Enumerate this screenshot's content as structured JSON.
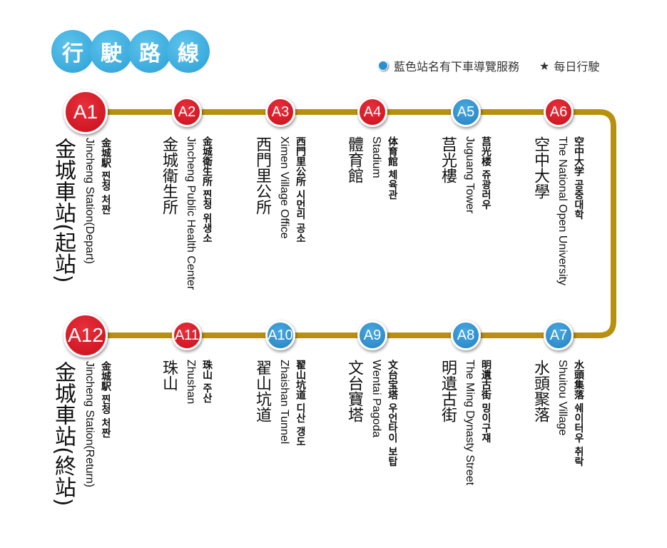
{
  "title": [
    "行",
    "駛",
    "路",
    "線"
  ],
  "legend": {
    "blue_dot": "藍色站名有下車導覽服務",
    "star": "★",
    "star_text": "每日行駛"
  },
  "colors": {
    "red": "#d01824",
    "blue": "#2a8fd0",
    "line": "#b8900f"
  },
  "stations": [
    {
      "code": "A1",
      "color": "red",
      "zh": "金城車站(起站)",
      "en": "Jincheng Station(Depart)",
      "jk": "金城駅 찐청 처짠"
    },
    {
      "code": "A2",
      "color": "red",
      "zh": "金城衛生所",
      "en": "Jincheng Public Health Center",
      "jk": "金城衛生所 찐청 위생소"
    },
    {
      "code": "A3",
      "color": "red",
      "zh": "西門里公所",
      "en": "Ximen Village Office",
      "jk": "西門里公所 시먼리 공소"
    },
    {
      "code": "A4",
      "color": "red",
      "zh": "體育館",
      "en": "Stadium",
      "jk": "体育館 체육관"
    },
    {
      "code": "A5",
      "color": "blue",
      "zh": "莒光樓",
      "en": "Juguang Tower",
      "jk": "莒光楼 쥬광러우"
    },
    {
      "code": "A6",
      "color": "red",
      "zh": "空中大學",
      "en": "The National Open University",
      "jk": "空中大学 공중대학"
    },
    {
      "code": "A7",
      "color": "blue",
      "zh": "水頭聚落",
      "en": "Shuitou Village",
      "jk": "水頭集落 쉐이터우 취락"
    },
    {
      "code": "A8",
      "color": "blue",
      "zh": "明遺古街",
      "en": "The Ming Dynasty Street",
      "jk": "明遺古街 밍이구쟤"
    },
    {
      "code": "A9",
      "color": "blue",
      "zh": "文台寶塔",
      "en": "Wentai Pagoda",
      "jk": "文台宝塔 우언타이 보탑"
    },
    {
      "code": "A10",
      "color": "blue",
      "zh": "翟山坑道",
      "en": "Zhaishan Tunnel",
      "jk": "翟山坑道 디산 갱도"
    },
    {
      "code": "A11",
      "color": "red",
      "zh": "珠山",
      "en": "Zhushan",
      "jk": "珠山 주산"
    },
    {
      "code": "A12",
      "color": "red",
      "zh": "金城車站(終站)",
      "en": "Jincheng Station(Return)",
      "jk": "金城駅 찐청 처짠"
    }
  ]
}
